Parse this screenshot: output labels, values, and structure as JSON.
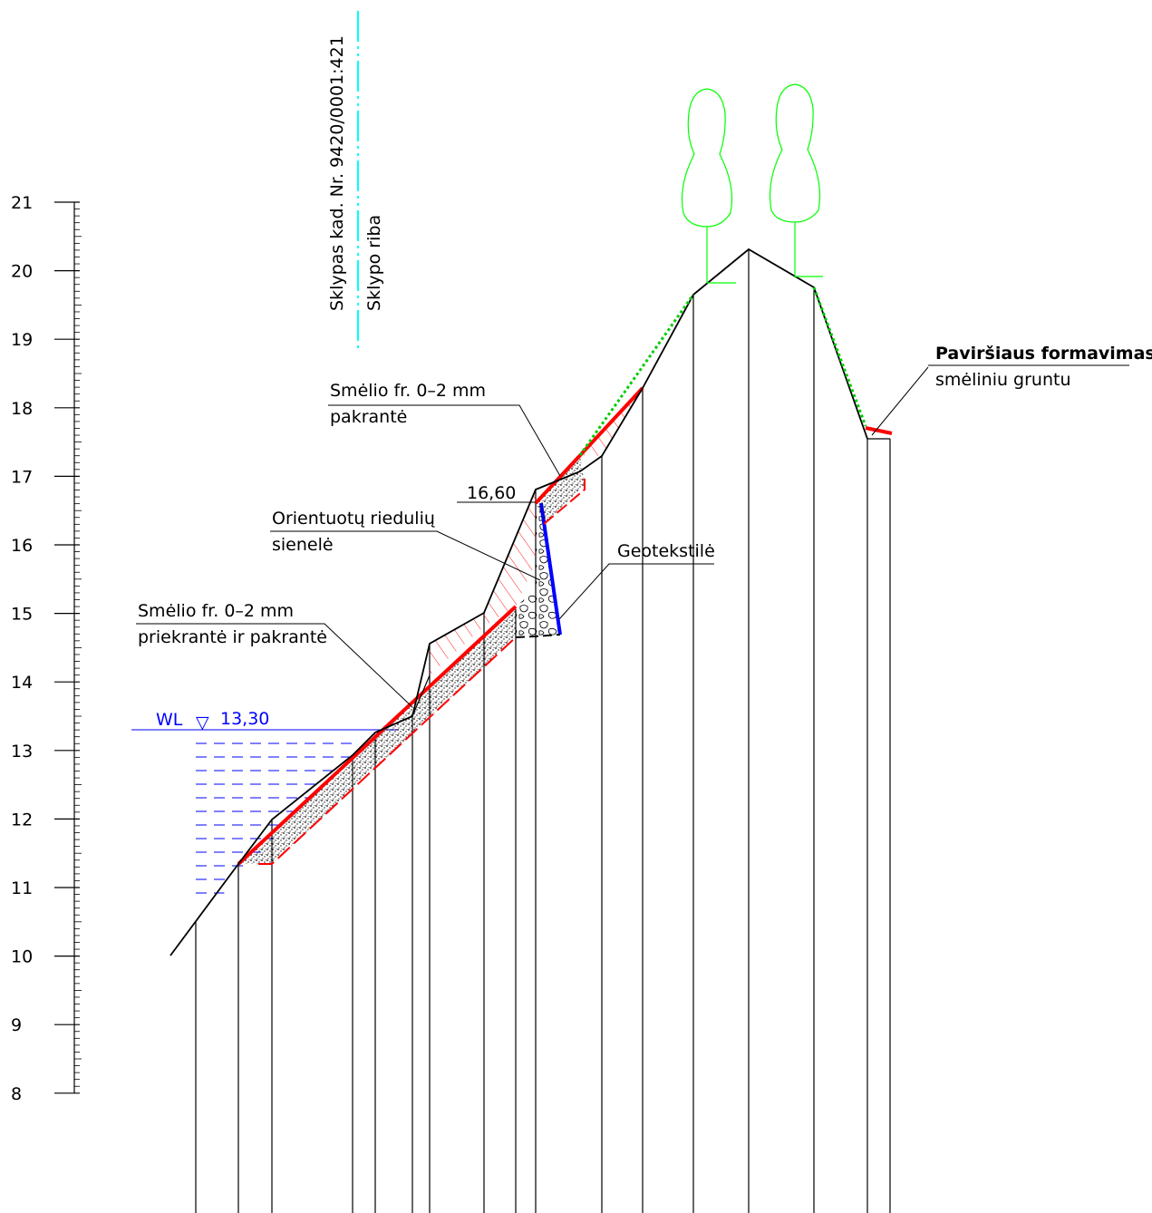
{
  "diagram": {
    "colors": {
      "profile": "#000000",
      "sand_layer": "#ff0000",
      "water": "#0000ff",
      "geotextile": "#0000ff",
      "boundary": "#00ffff",
      "trees": "#00ff00",
      "grass": "#00cc00",
      "soil_fill": "#1a1a1a"
    },
    "elevation_scale": {
      "ticks": [
        "21",
        "20",
        "19",
        "18",
        "17",
        "16",
        "15",
        "14",
        "13",
        "12",
        "11",
        "10",
        "9",
        "8"
      ]
    },
    "water_level": {
      "label": "WL",
      "symbol": "▽",
      "value": "13,30"
    },
    "boundary": {
      "parcel_label": "Sklypas kad. Nr. 9420/0001:421",
      "boundary_label": "Sklypo riba"
    },
    "wall_top_elevation": "16,60",
    "annotations": {
      "sand_bank_line1": "Smėlio fr. 0–2 mm",
      "sand_bank_line2": "pakrantė",
      "wall_line1": "Orientuotų riedulių",
      "wall_line2": "sienelė",
      "geotextile": "Geotekstilė",
      "sand_shore_line1": "Smėlio fr. 0–2 mm",
      "sand_shore_line2": "priekrantė ir pakrantė",
      "surface_line1": "Paviršiaus formavimas",
      "surface_line2": "smėliniu gruntu"
    },
    "icons": [
      "tree-icon",
      "tree-icon",
      "water-level-triangle-icon"
    ]
  }
}
